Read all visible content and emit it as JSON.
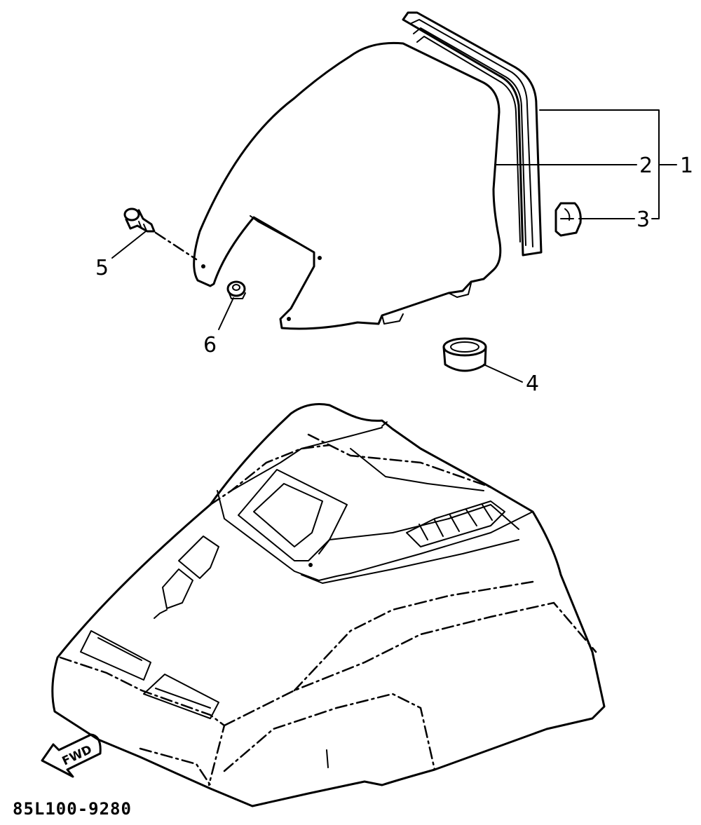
{
  "labels": {
    "p1": "1",
    "p2": "2",
    "p3": "3",
    "p4": "4",
    "p5": "5",
    "p6": "6"
  },
  "direction": "FWD",
  "drawing_code": "85L100-9280"
}
